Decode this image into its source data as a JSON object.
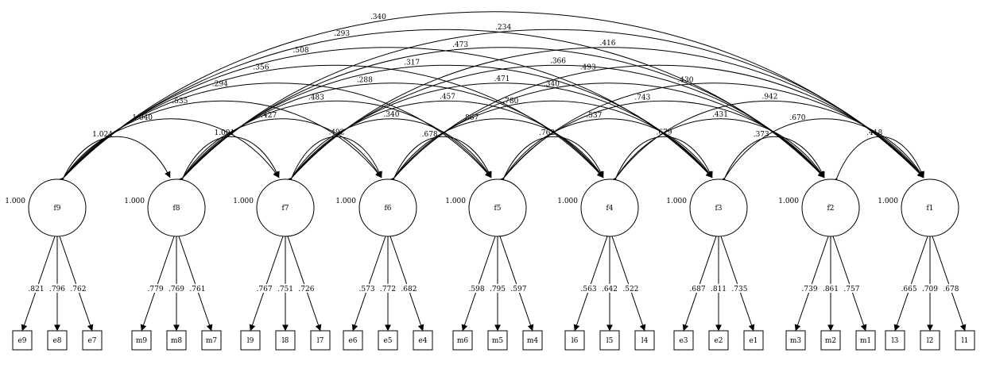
{
  "factors": [
    {
      "id": "f9",
      "label": "f9",
      "variance": "1.000",
      "indicators": [
        {
          "label": "e9",
          "loading": ".821"
        },
        {
          "label": "e8",
          "loading": ".796"
        },
        {
          "label": "e7",
          "loading": ".762"
        }
      ]
    },
    {
      "id": "f8",
      "label": "f8",
      "variance": "1.000",
      "indicators": [
        {
          "label": "m9",
          "loading": ".779"
        },
        {
          "label": "m8",
          "loading": ".769"
        },
        {
          "label": "m7",
          "loading": ".761"
        }
      ]
    },
    {
      "id": "f7",
      "label": "f7",
      "variance": "1.000",
      "indicators": [
        {
          "label": "l9",
          "loading": ".767"
        },
        {
          "label": "l8",
          "loading": ".751"
        },
        {
          "label": "l7",
          "loading": ".726"
        }
      ]
    },
    {
      "id": "f6",
      "label": "f6",
      "variance": "1.000",
      "indicators": [
        {
          "label": "e6",
          "loading": ".573"
        },
        {
          "label": "e5",
          "loading": ".772"
        },
        {
          "label": "e4",
          "loading": ".682"
        }
      ]
    },
    {
      "id": "f5",
      "label": "f5",
      "variance": "1.000",
      "indicators": [
        {
          "label": "m6",
          "loading": ".598"
        },
        {
          "label": "m5",
          "loading": ".795"
        },
        {
          "label": "m4",
          "loading": ".597"
        }
      ]
    },
    {
      "id": "f4",
      "label": "f4",
      "variance": "1.000",
      "indicators": [
        {
          "label": "l6",
          "loading": ".563"
        },
        {
          "label": "l5",
          "loading": ".642"
        },
        {
          "label": "l4",
          "loading": ".522"
        }
      ]
    },
    {
      "id": "f3",
      "label": "f3",
      "variance": "1.000",
      "indicators": [
        {
          "label": "e3",
          "loading": ".687"
        },
        {
          "label": "e2",
          "loading": ".811"
        },
        {
          "label": "e1",
          "loading": ".735"
        }
      ]
    },
    {
      "id": "f2",
      "label": "f2",
      "variance": "1.000",
      "indicators": [
        {
          "label": "m3",
          "loading": ".739"
        },
        {
          "label": "m2",
          "loading": ".861"
        },
        {
          "label": "m1",
          "loading": ".757"
        }
      ]
    },
    {
      "id": "f1",
      "label": "f1",
      "variance": "1.000",
      "indicators": [
        {
          "label": "l3",
          "loading": ".665"
        },
        {
          "label": "l2",
          "loading": ".709"
        },
        {
          "label": "l1",
          "loading": ".678"
        }
      ]
    }
  ],
  "correlations": [
    {
      "from": "f9",
      "to": "f8",
      "value": "1.024"
    },
    {
      "from": "f8",
      "to": "f7",
      "value": "1.001"
    },
    {
      "from": "f7",
      "to": "f6",
      "value": ".492"
    },
    {
      "from": "f6",
      "to": "f5",
      "value": ".678"
    },
    {
      "from": "f5",
      "to": "f4",
      "value": ".762"
    },
    {
      "from": "f4",
      "to": "f3",
      "value": ".679"
    },
    {
      "from": "f3",
      "to": "f2",
      "value": ".373"
    },
    {
      "from": "f2",
      "to": "f1",
      "value": ".418"
    },
    {
      "from": "f9",
      "to": "f7",
      "value": "1.040"
    },
    {
      "from": "f8",
      "to": "f6",
      "value": ".427"
    },
    {
      "from": "f7",
      "to": "f5",
      "value": ".340"
    },
    {
      "from": "f6",
      "to": "f4",
      "value": ".867"
    },
    {
      "from": "f5",
      "to": "f3",
      "value": ".537"
    },
    {
      "from": "f4",
      "to": "f2",
      "value": ".431"
    },
    {
      "from": "f3",
      "to": "f1",
      "value": ".670"
    },
    {
      "from": "f9",
      "to": "f6",
      "value": ".535"
    },
    {
      "from": "f8",
      "to": "f5",
      "value": ".483"
    },
    {
      "from": "f7",
      "to": "f4",
      "value": ".457"
    },
    {
      "from": "f6",
      "to": "f3",
      "value": ".780"
    },
    {
      "from": "f5",
      "to": "f2",
      "value": ".743"
    },
    {
      "from": "f4",
      "to": "f1",
      "value": ".942"
    },
    {
      "from": "f9",
      "to": "f5",
      "value": ".294"
    },
    {
      "from": "f8",
      "to": "f4",
      "value": ".288"
    },
    {
      "from": "f7",
      "to": "f3",
      "value": ".471"
    },
    {
      "from": "f6",
      "to": "f2",
      "value": ".340"
    },
    {
      "from": "f5",
      "to": "f1",
      "value": ".430"
    },
    {
      "from": "f9",
      "to": "f4",
      "value": ".356"
    },
    {
      "from": "f8",
      "to": "f3",
      "value": ".317"
    },
    {
      "from": "f7",
      "to": "f2",
      "value": ".366"
    },
    {
      "from": "f6",
      "to": "f1",
      "value": ".493"
    },
    {
      "from": "f9",
      "to": "f3",
      "value": ".508"
    },
    {
      "from": "f8",
      "to": "f2",
      "value": ".473"
    },
    {
      "from": "f7",
      "to": "f1",
      "value": ".416"
    },
    {
      "from": "f9",
      "to": "f2",
      "value": ".293"
    },
    {
      "from": "f8",
      "to": "f1",
      "value": ".234"
    },
    {
      "from": "f9",
      "to": "f1",
      "value": ".340"
    }
  ]
}
